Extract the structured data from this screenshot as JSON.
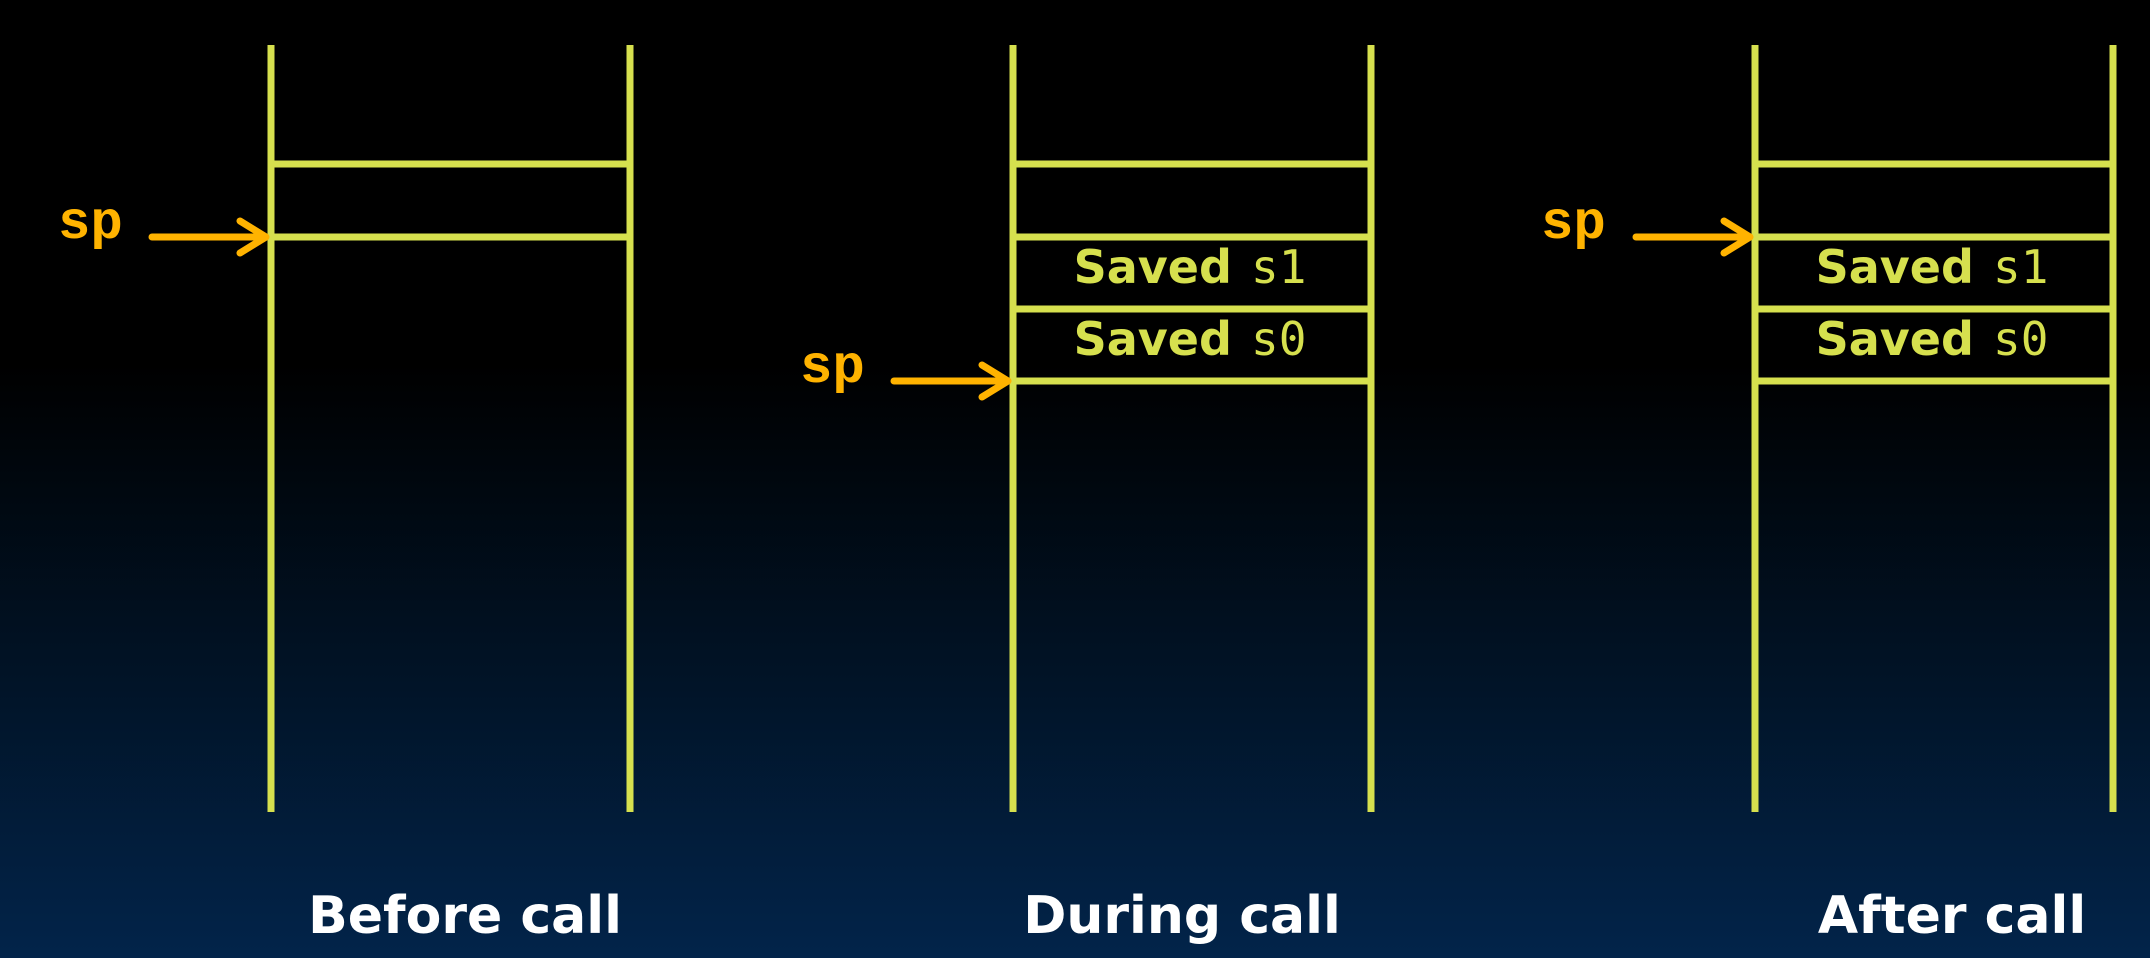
{
  "colors": {
    "stack_lines": "#d6e04e",
    "sp_pointer": "#ffb300",
    "caption_text": "#ffffff",
    "background_top": "#000000",
    "background_bottom": "#02244a"
  },
  "pointer_label": "sp",
  "saved_word": "Saved",
  "panels": [
    {
      "caption": "Before call",
      "saved_registers": []
    },
    {
      "caption": "During call",
      "saved_registers": [
        "s1",
        "s0"
      ]
    },
    {
      "caption": "After call",
      "saved_registers": [
        "s1",
        "s0"
      ]
    }
  ]
}
